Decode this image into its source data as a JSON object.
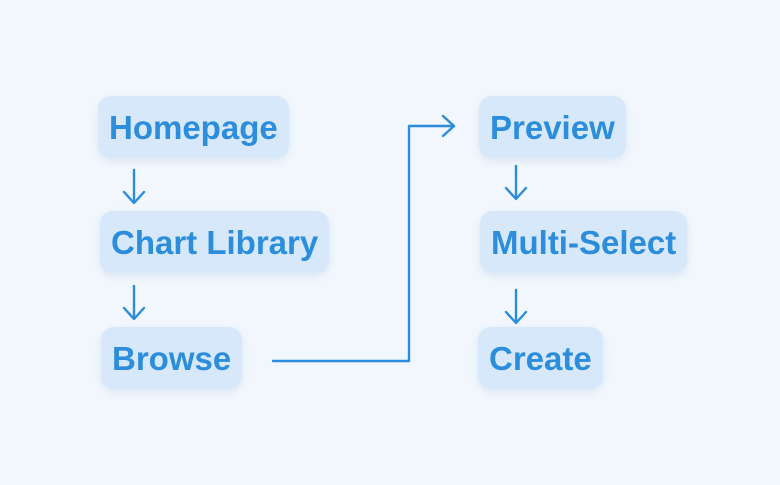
{
  "nodes": {
    "homepage": "Homepage",
    "chart_library": "Chart Library",
    "browse": "Browse",
    "preview": "Preview",
    "multi_select": "Multi-Select",
    "create": "Create"
  },
  "edges": [
    {
      "from": "homepage",
      "to": "chart_library"
    },
    {
      "from": "chart_library",
      "to": "browse"
    },
    {
      "from": "browse",
      "to": "preview"
    },
    {
      "from": "preview",
      "to": "multi_select"
    },
    {
      "from": "multi_select",
      "to": "create"
    }
  ],
  "colors": {
    "background": "#f1f7fd",
    "node_fill": "#d6e8fa",
    "accent": "#2b8ddb"
  }
}
